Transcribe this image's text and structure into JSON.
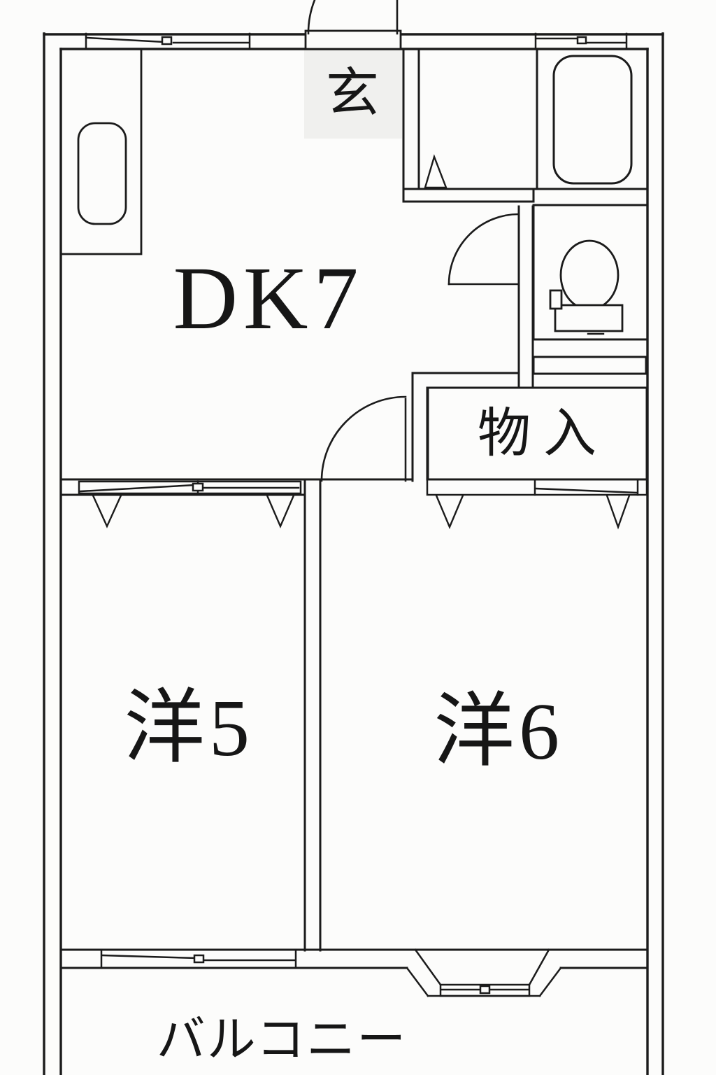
{
  "document": {
    "type": "japanese-apartment-floor-plan",
    "layout_name": "2DK"
  },
  "colors": {
    "background": "#fcfcfb",
    "line": "#1b1b1b",
    "entrance_highlight_bg": "#f0f0ee",
    "text": "#161616"
  },
  "labels": {
    "dining_kitchen": "DK7",
    "entrance": "玄",
    "storage": "物入",
    "western_room_5": "洋5",
    "western_room_6": "洋6",
    "balcony": "バルコニー"
  },
  "fixtures": [
    "kitchen-counter",
    "kitchen-sink",
    "bathtub",
    "toilet",
    "entrance-door",
    "dk-room-door",
    "toilet-door",
    "kitchen-sliding-window",
    "bathroom-sliding-window",
    "room5-sliding-window",
    "room6-bay-window",
    "dk-room5-sliding-door",
    "storage-closet-doors",
    "door-swing-marks",
    "hallway-shelf"
  ]
}
